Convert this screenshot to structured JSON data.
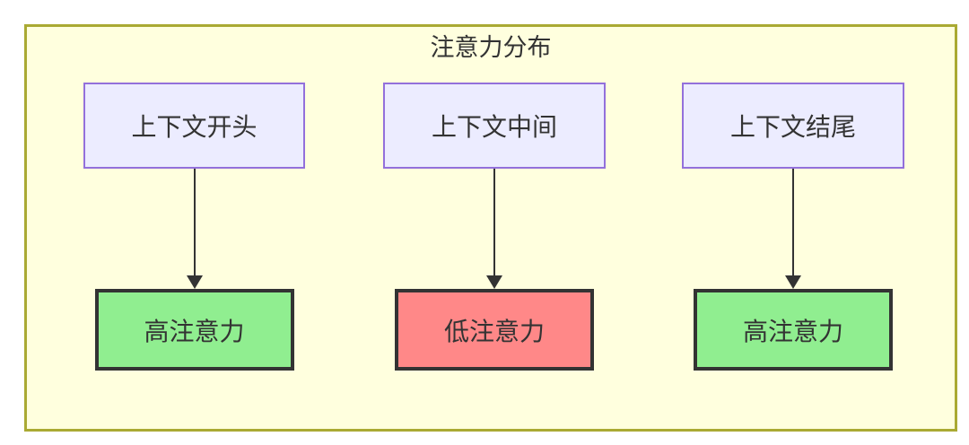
{
  "diagram": {
    "title": "注意力分布",
    "columns": [
      {
        "source": "上下文开头",
        "target": "高注意力",
        "attention": "high"
      },
      {
        "source": "上下文中间",
        "target": "低注意力",
        "attention": "low"
      },
      {
        "source": "上下文结尾",
        "target": "高注意力",
        "attention": "high"
      }
    ],
    "colors": {
      "canvas-bg": "#FFFFDE",
      "canvas-border": "#AAAA33",
      "node-bg": "#ECECFF",
      "node-border": "#9370DB",
      "high-bg": "#90EE90",
      "low-bg": "#FF8888",
      "result-border": "#333333",
      "arrow": "#333333",
      "text": "#333333"
    }
  }
}
